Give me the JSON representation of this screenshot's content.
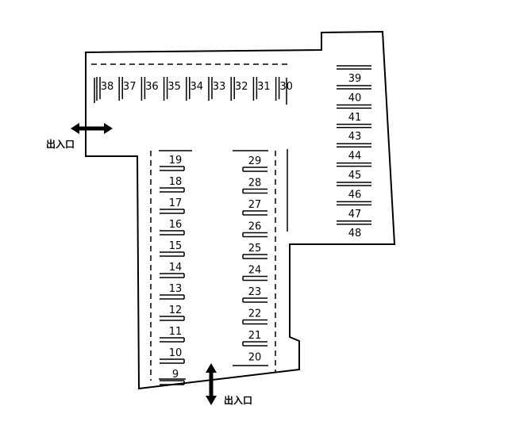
{
  "entrances": {
    "left_label": "出入口",
    "bottom_label": "出入口"
  },
  "spaces": {
    "top_row": [
      "38",
      "37",
      "36",
      "35",
      "34",
      "33",
      "32",
      "31",
      "30"
    ],
    "left_column": [
      "19",
      "18",
      "17",
      "16",
      "15",
      "14",
      "13",
      "12",
      "11",
      "10",
      "9"
    ],
    "middle_column": [
      "29",
      "28",
      "27",
      "26",
      "25",
      "24",
      "23",
      "22",
      "21",
      "20"
    ],
    "right_column": [
      "39",
      "40",
      "41",
      "43",
      "44",
      "45",
      "46",
      "47",
      "48"
    ]
  }
}
